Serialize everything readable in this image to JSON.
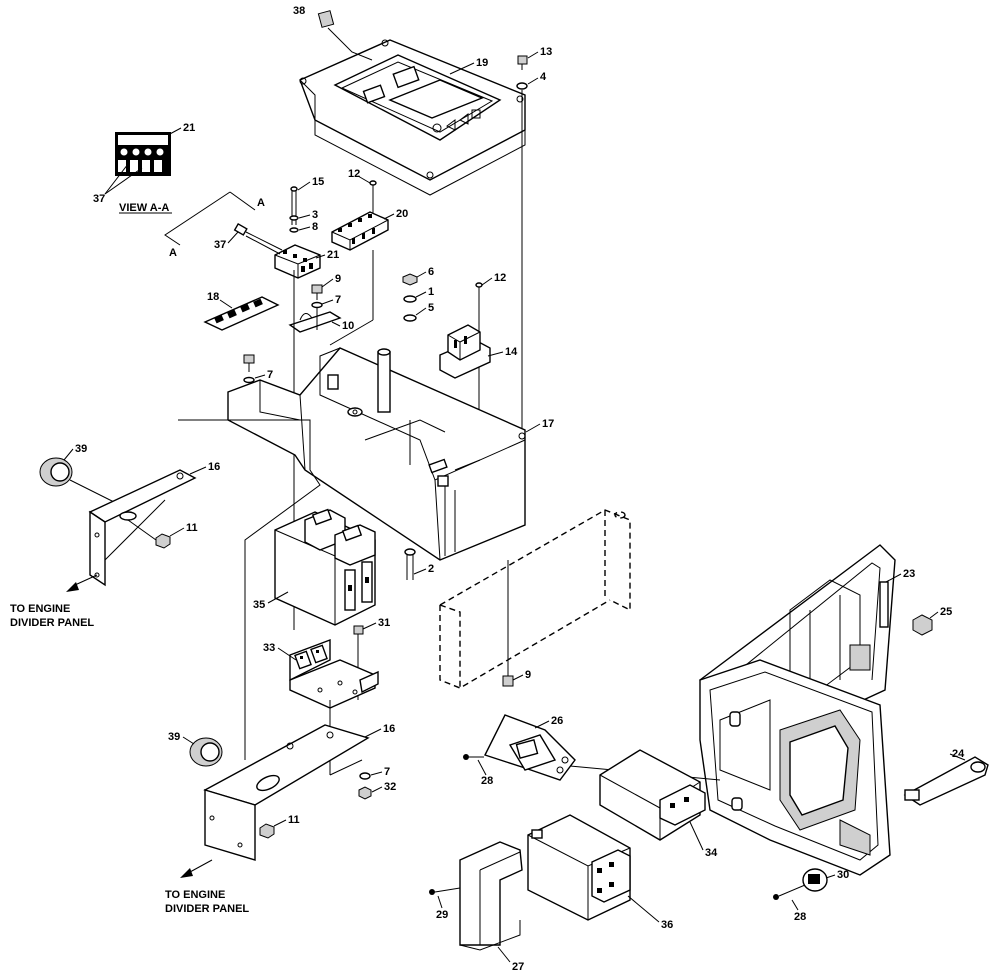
{
  "labels": {
    "n38": "38",
    "n19": "19",
    "n13": "13",
    "n4": "4",
    "n21a": "21",
    "n37a": "37",
    "view": "VIEW A-A",
    "n15": "15",
    "n12a": "12",
    "n3": "3",
    "n8": "8",
    "n20": "20",
    "sectA1": "A",
    "sectA2": "A",
    "n37b": "37",
    "n21b": "21",
    "n6": "6",
    "n1": "1",
    "n5": "5",
    "n12b": "12",
    "n9a": "9",
    "n18": "18",
    "n7a": "7",
    "n10": "10",
    "n14": "14",
    "n7b": "7",
    "n17": "17",
    "n39a": "39",
    "n16a": "16",
    "n11a": "11",
    "engine1": "TO ENGINE",
    "divider1": "DIVIDER PANEL",
    "n2": "2",
    "n35": "35",
    "n31": "31",
    "n33": "33",
    "n23": "23",
    "n25": "25",
    "n9b": "9",
    "n39b": "39",
    "n16b": "16",
    "n26": "26",
    "n28a": "28",
    "n7c": "7",
    "n32": "32",
    "n11b": "11",
    "n24": "24",
    "engine2": "TO ENGINE",
    "divider2": "DIVIDER PANEL",
    "n34": "34",
    "n30": "30",
    "n29": "29",
    "n36": "36",
    "n28b": "28",
    "n27": "27"
  }
}
